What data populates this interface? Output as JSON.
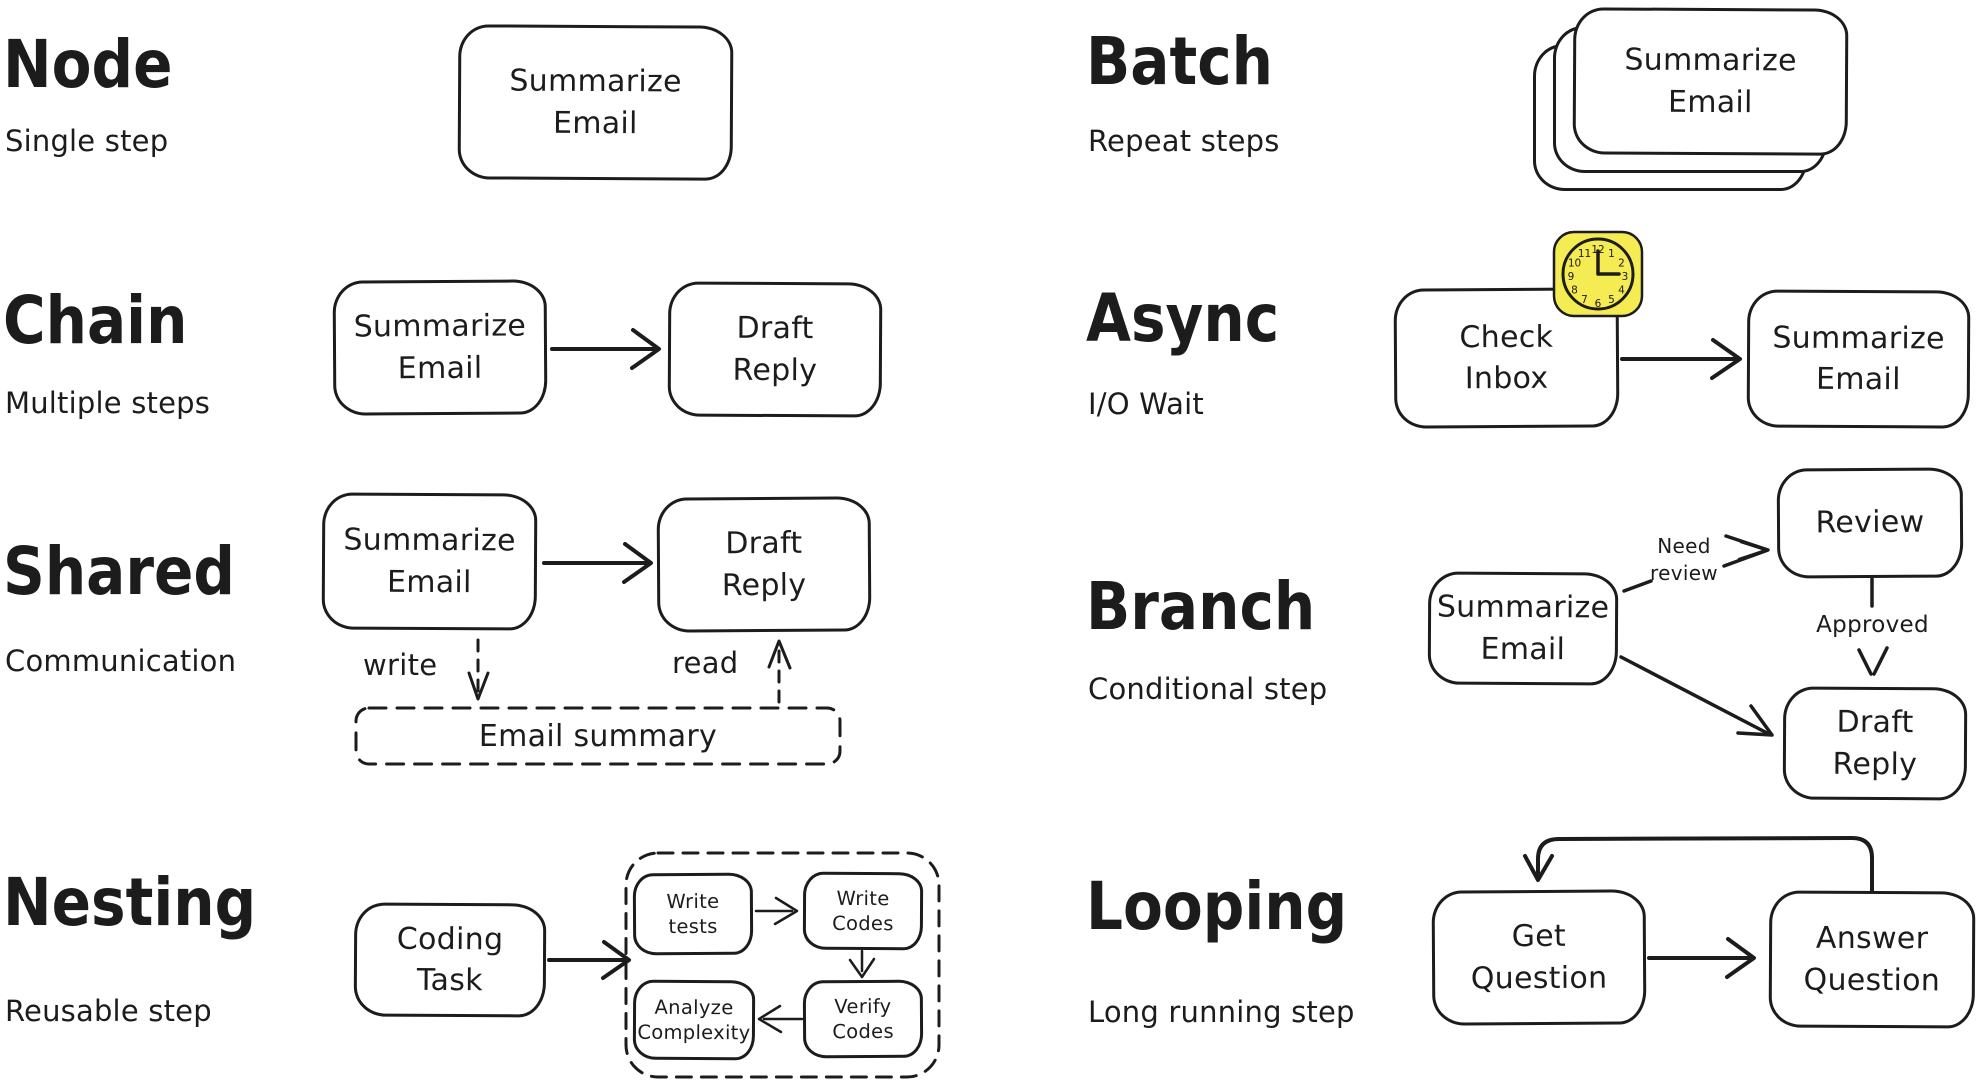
{
  "canvas": {
    "ink_color": "#1c1c1c",
    "background_color": "#ffffff",
    "clock_fill_color": "#f5ec54"
  },
  "sections": [
    {
      "id": "node",
      "title": "Node",
      "subtitle": "Single step",
      "boxes": {
        "main": "Summarize\nEmail"
      }
    },
    {
      "id": "chain",
      "title": "Chain",
      "subtitle": "Multiple steps",
      "boxes": {
        "a": "Summarize\nEmail",
        "b": "Draft\nReply"
      }
    },
    {
      "id": "shared",
      "title": "Shared",
      "subtitle": "Communication",
      "boxes": {
        "a": "Summarize\nEmail",
        "b": "Draft\nReply",
        "store": "Email summary"
      },
      "labels": {
        "write": "write",
        "read": "read"
      }
    },
    {
      "id": "nesting",
      "title": "Nesting",
      "subtitle": "Reusable step",
      "boxes": {
        "main": "Coding\nTask",
        "t1": "Write\ntests",
        "t2": "Write\nCodes",
        "t3": "Verify\nCodes",
        "t4": "Analyze\nComplexity"
      }
    },
    {
      "id": "batch",
      "title": "Batch",
      "subtitle": "Repeat steps",
      "boxes": {
        "main": "Summarize\nEmail"
      }
    },
    {
      "id": "async",
      "title": "Async",
      "subtitle": "I/O Wait",
      "boxes": {
        "a": "Check\nInbox",
        "b": "Summarize\nEmail"
      },
      "clock": {
        "numerals": [
          "12",
          "1",
          "2",
          "3",
          "4",
          "5",
          "6",
          "7",
          "8",
          "9",
          "10",
          "11"
        ]
      }
    },
    {
      "id": "branch",
      "title": "Branch",
      "subtitle": "Conditional step",
      "boxes": {
        "a": "Summarize\nEmail",
        "review": "Review",
        "b": "Draft\nReply"
      },
      "labels": {
        "need_review": "Need\nreview",
        "approved": "Approved"
      }
    },
    {
      "id": "looping",
      "title": "Looping",
      "subtitle": "Long running step",
      "boxes": {
        "a": "Get\nQuestion",
        "b": "Answer\nQuestion"
      }
    }
  ]
}
